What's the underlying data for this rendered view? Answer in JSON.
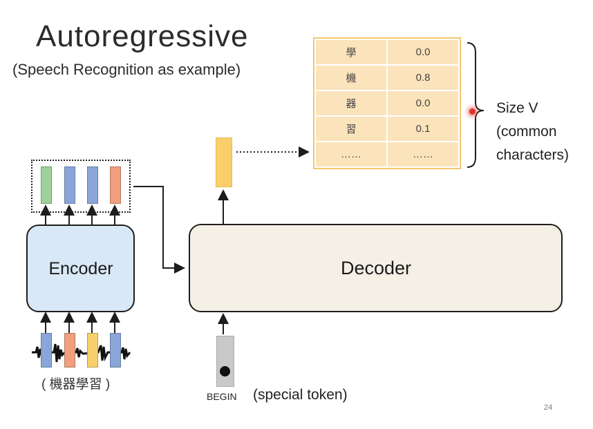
{
  "title": "Autoregressive",
  "subtitle": "(Speech Recognition as example)",
  "encoder": {
    "label": "Encoder",
    "output_colors": [
      "#9fd09a",
      "#8aa6d8",
      "#8aa6d8",
      "#f0a07e"
    ]
  },
  "decoder": {
    "label": "Decoder"
  },
  "distribution_table": {
    "rows": [
      {
        "char": "學",
        "prob": "0.0"
      },
      {
        "char": "機",
        "prob": "0.8"
      },
      {
        "char": "器",
        "prob": "0.0"
      },
      {
        "char": "習",
        "prob": "0.1"
      },
      {
        "char": "……",
        "prob": "……"
      }
    ]
  },
  "size_note": {
    "line1": "Size V",
    "line2": "(common",
    "line3": "characters)"
  },
  "input": {
    "chinese_label": "( 機器學習 )",
    "frame_colors": [
      "#8aa6d8",
      "#f0a07e",
      "#f8cf6a",
      "#8aa6d8"
    ]
  },
  "begin": {
    "token_label": "BEGIN",
    "note": "(special token)"
  },
  "page_number": "24"
}
